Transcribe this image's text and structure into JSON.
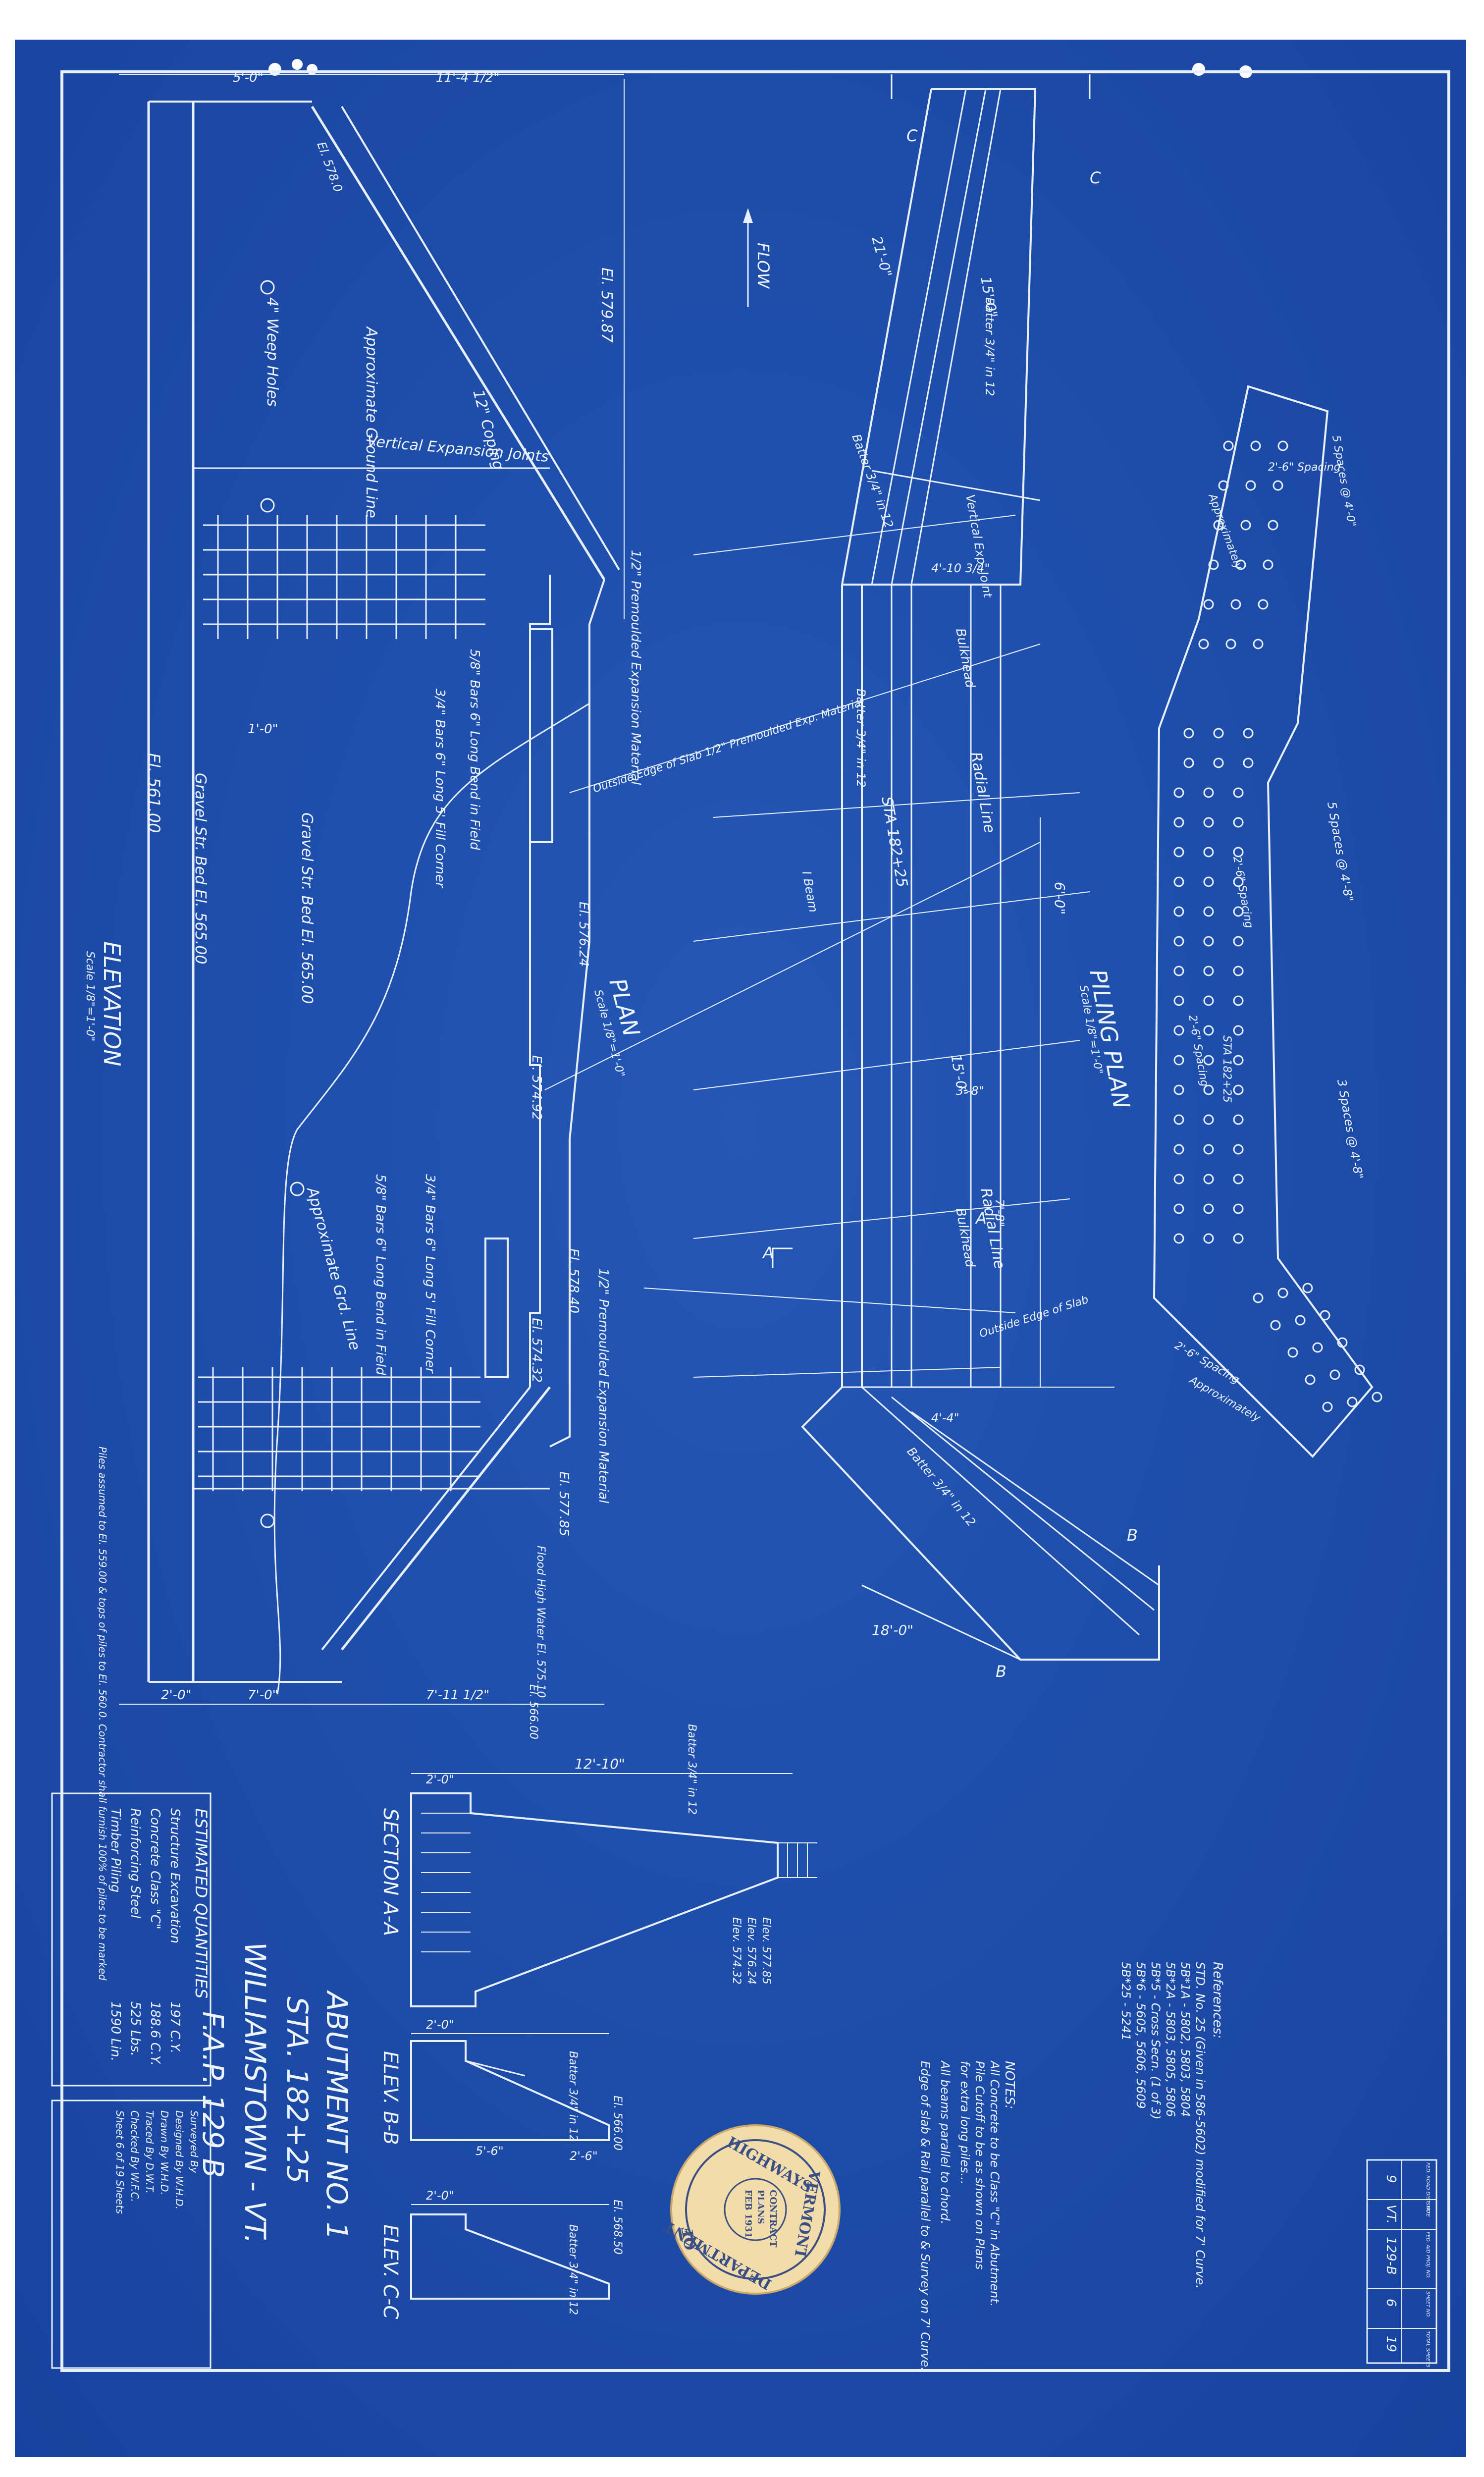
{
  "colors": {
    "paper": "#1f4fae",
    "paper_dark": "#163f96",
    "ink": "#e8f0ff",
    "margin": "#ffffff",
    "seal_fill": "#f2dcaa",
    "seal_ink": "#3a4f86"
  },
  "views": {
    "elevation": {
      "title": "ELEVATION",
      "scale": "Scale 1/8\"=1'-0\""
    },
    "plan": {
      "title": "PLAN",
      "scale": "Scale 1/8\"=1'-0\""
    },
    "piling_plan": {
      "title": "PILING PLAN",
      "scale": "Scale 1/8\"=1'-0\""
    },
    "section_aa": {
      "title": "SECTION A-A"
    },
    "elev_bb": {
      "title": "ELEV. B-B"
    },
    "elev_cc": {
      "title": "ELEV. C-C"
    }
  },
  "elevation_labels": {
    "approx_ground_line": "Approximate Ground Line",
    "approx_ground_line_2": "Approximate Grd. Line",
    "vertical_expansion_joints": "Vertical Expansion Joints",
    "weep_holes": "4\" Weep Holes",
    "coping": "12\" Coping",
    "premoulded_top": "1/2\" Premoulded Expansion Material",
    "premoulded_bottom": "1/2\" Premoulded Expansion Material",
    "bars_top": "5/8\" Bars 6\" Long Bend in Field",
    "bars_top_2": "3/4\" Bars 6\" Long 5' Fill Corner",
    "bars_bottom": "3/4\" Bars 6\" Long 5' Fill Corner",
    "bars_bottom_2": "5/8\" Bars 6\" Long Bend in Field",
    "gravel_str_bed": "Gravel Str. Bed El. 565.00",
    "gravel_str_bed_2": "Gravel Str. Bed El. 565.00",
    "el_579": "El. 579.87",
    "el_577": "El. 577.85",
    "el_576": "El. 576.24",
    "el_574": "El. 574.92",
    "el_578": "El. 578.40",
    "el_57432": "El. 574.32",
    "el_56600": "El. 566.00",
    "flood_high_water": "Flood High Water El. 575.10",
    "el_left": "El. 561.00",
    "note_piles": "Piles assumed to El. 559.00 & tops of piles to El. 560.0. Contractor shall furnish 100% of piles to be marked",
    "dim_2_0": "2'-0\"",
    "dim_7_0": "7'-0\"",
    "dim_7_11": "7'-11 1/2\"",
    "dim_top_5": "5'-0\"",
    "dim_top_11": "11'-4 1/2\"",
    "dim_1_0": "1'-0\"",
    "el_578_top": "El. 578.0"
  },
  "plan_labels": {
    "flow": "FLOW",
    "bulkhead_top": "Bulkhead",
    "bulkhead_bottom": "Bulkhead",
    "radial_line_top": "Radial Line",
    "radial_line_bottom": "Radial Line",
    "batter_top": "Batter 3/4\" in 12",
    "batter_bottom": "Batter 3/4\" in 12",
    "batter_wall": "Batter 3/4\" in 12",
    "batter_wing": "Batter 3/4\" in 12",
    "sta": "STA 182+25",
    "vertical_exp_joint": "Vertical Exp. Joint",
    "dim_21": "21'-0\"",
    "dim_15": "15'-0\"",
    "dim_15b": "15'-0\"",
    "dim_18": "18'-0\"",
    "dim_6": "6'-0\"",
    "section_a": "A",
    "section_a2": "A",
    "section_b": "B",
    "section_b2": "B",
    "section_c": "C",
    "section_c2": "C",
    "beam": "I Beam",
    "dim_4_10": "4'-10 3/4\"",
    "dim_3_8": "3'-8\"",
    "dim_7_8": "7'-8\"",
    "dim_4_4": "4'-4\"",
    "surface_edge_top": "Outside Edge of Slab 1/2\" Premoulded Exp. Material",
    "surface_edge_bottom": "Outside Edge of Slab"
  },
  "piling_labels": {
    "spacing_top": "2'-6\" Spacing",
    "spacing_mid": "2'-6\" Spacing",
    "spacing_mid2": "2'-6\" Spacing",
    "spacing_bottom": "2'-6\" Spacing",
    "sta_line": "STA 182+25",
    "spaces_1": "5 Spaces @ 4'-8\"",
    "spaces_2": "3 Spaces @ 4'-8\"",
    "approx": "Approximately",
    "approx2": "Approximately",
    "spacing_note": "5 Spaces @ 4'-0\""
  },
  "sections_labels": {
    "dim_12_10": "12'-10\"",
    "dim_2_0a": "2'-0\"",
    "dim_2_0b": "2'-0\"",
    "dim_2_0c": "2'-0\"",
    "dim_2_6": "2'-6\"",
    "dim_5_6": "5'-6\"",
    "batter_a": "Batter 3/4\" in 12",
    "batter_b": "Batter 3/4\" in 12",
    "batter_c": "Batter 3/4\" in 12",
    "el_577_85": "Elev. 577.85",
    "el_576_24": "Elev. 576.24",
    "el_574_32": "Elev. 574.32",
    "el_56600": "El. 566.00",
    "el_56850": "El. 568.50"
  },
  "quantities": {
    "title": "ESTIMATED QUANTITIES",
    "rows": [
      {
        "item": "Structure Excavation",
        "qty": "197 C.Y."
      },
      {
        "item": "Concrete Class \"C\"",
        "qty": "188.6 C.Y."
      },
      {
        "item": "Reinforcing Steel",
        "qty": "525 Lbs."
      },
      {
        "item": "Timber Piling",
        "qty": "1590 Lin."
      }
    ]
  },
  "title_block": {
    "line1": "ABUTMENT NO. 1",
    "line2": "STA. 182+25",
    "line3": "WILLIAMSTOWN - VT.",
    "line4": "F.A.P. 129 B"
  },
  "signoff": {
    "rows": [
      {
        "role": "Surveyed By",
        "name": ""
      },
      {
        "role": "Designed By",
        "name": "W.H.D."
      },
      {
        "role": "Drawn By",
        "name": "W.H.D."
      },
      {
        "role": "Traced By",
        "name": "D.W.T."
      },
      {
        "role": "Checked By",
        "name": "W.F.C."
      },
      {
        "role": "Sheet",
        "name": "6 of 19 Sheets"
      }
    ]
  },
  "references": {
    "title": "References:",
    "lines": [
      "STD. No. 25 (Given in 586-5602) modified for 7' Curve.",
      "5B*1A - 5802, 5803, 5804",
      "5B*2A - 5803, 5805, 5806",
      "5B*5 - Cross Secn. (1 of 3)",
      "5B*6 - 5605, 5606, 5609",
      "5B*25 - 5241"
    ]
  },
  "notes": {
    "title": "NOTES:",
    "lines": [
      "All Concrete to be Class \"C\" in Abutment.",
      "Pile Cutoff to be as shown on Plans",
      "for extra long piles...",
      "All beams parallel to chord.",
      "Edge of slab & Rail parallel to & Survey on 7' Curve."
    ]
  },
  "corner_box": {
    "headers": [
      "FED. ROAD DIST. NO.",
      "STATE",
      "FED. AID PROJ. NO.",
      "SHEET NO.",
      "TOTAL SHEETS"
    ],
    "values": [
      "9",
      "VT.",
      "129-B",
      "6",
      "19"
    ]
  },
  "seal": {
    "top": "HIGHWAYS",
    "right": "VERMONT",
    "center1": "FEB 1931",
    "center2": "PLANS",
    "center3": "CONTRACT",
    "bottom": "DEPARTMENT",
    "left": "OF"
  }
}
